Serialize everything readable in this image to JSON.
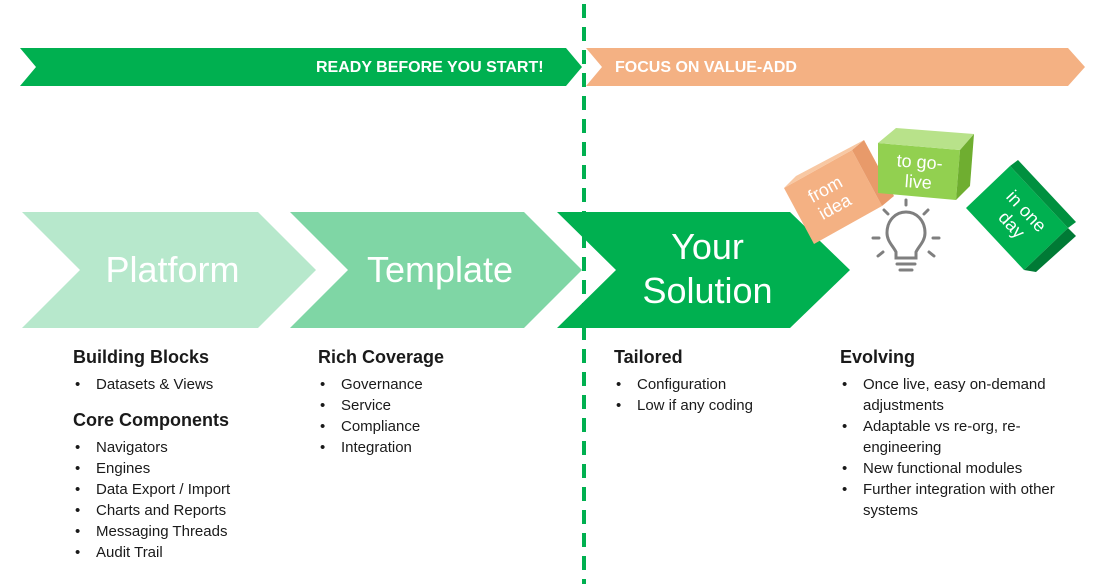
{
  "colors": {
    "dark_green": "#00b050",
    "light_green_1": "#b7e8cc",
    "light_green_2": "#7fd6a5",
    "peach": "#f4b183",
    "lime": "#92d050"
  },
  "banners": {
    "left_label": "READY BEFORE YOU START!",
    "right_label": "FOCUS ON VALUE-ADD"
  },
  "stages": {
    "platform": "Platform",
    "template": "Template",
    "solution_line1": "Your",
    "solution_line2": "Solution"
  },
  "cubes": {
    "idea_line1": "from",
    "idea_line2": "idea",
    "golive_line1": "to go-",
    "golive_line2": "live",
    "day_line1": "in one",
    "day_line2": "day"
  },
  "icons": {
    "idea": "lightbulb-icon"
  },
  "columns": {
    "platform": {
      "sections": [
        {
          "title": "Building Blocks",
          "items": [
            "Datasets & Views"
          ]
        },
        {
          "title": "Core Components",
          "items": [
            "Navigators",
            "Engines",
            "Data Export / Import",
            "Charts and Reports",
            "Messaging Threads",
            "Audit Trail"
          ]
        }
      ]
    },
    "template": {
      "sections": [
        {
          "title": "Rich Coverage",
          "items": [
            "Governance",
            "Service",
            "Compliance",
            "Integration"
          ]
        }
      ]
    },
    "solution": {
      "sections": [
        {
          "title": "Tailored",
          "items": [
            "Configuration",
            "Low if any coding"
          ]
        }
      ]
    },
    "evolving": {
      "sections": [
        {
          "title": "Evolving",
          "items": [
            "Once live, easy on-demand adjustments",
            "Adaptable vs re-org, re-engineering",
            "New functional modules",
            "Further integration with other systems"
          ]
        }
      ]
    }
  }
}
